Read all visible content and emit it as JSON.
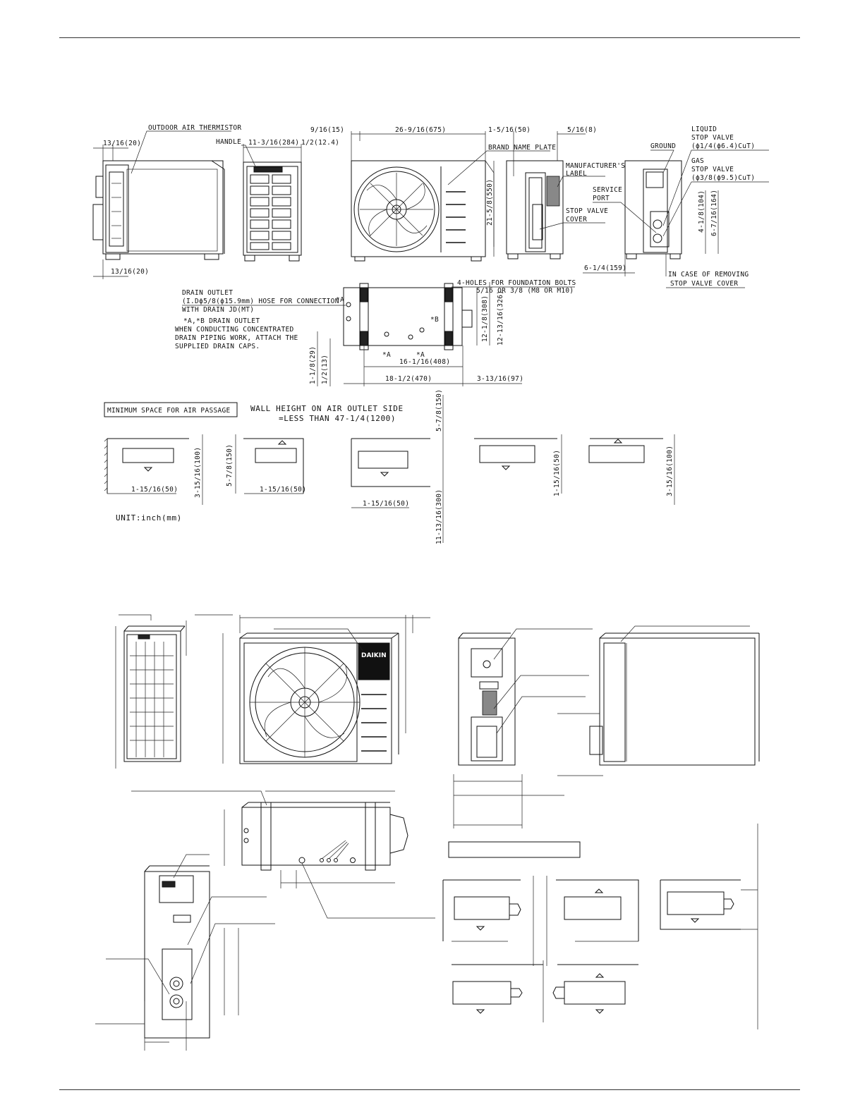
{
  "top_drawing": {
    "labels": {
      "outdoor_air_thermistor": "OUTDOOR AIR THERMISTOR",
      "handle": "HANDLE",
      "brand_name_plate": "BRAND NAME PLATE",
      "manufacturers_label_1": "MANUFACTURER'S",
      "manufacturers_label_2": "LABEL",
      "stop_valve_cover_1": "STOP VALVE",
      "stop_valve_cover_2": "COVER",
      "liquid_1": "LIQUID",
      "liquid_2": "STOP VALVE",
      "liquid_3": "(ϕ1/4(ϕ6.4)CuT)",
      "ground": "GROUND",
      "gas_1": "GAS",
      "gas_2": "STOP VALVE",
      "gas_3": "(ϕ3/8(ϕ9.5)CuT)",
      "service_port_1": "SERVICE",
      "service_port_2": "PORT",
      "foundation_1": "4-HOLES FOR FOUNDATION BOLTS",
      "foundation_2": "5/16 OR 3/8 (M8 OR M10)",
      "drain_1": "DRAIN OUTLET",
      "drain_2": "(I.Dϕ5/8(ϕ15.9mm) HOSE FOR CONNECTION",
      "drain_3": "WITH DRAIN JD(MT)",
      "drain_ab_1": "*A,*B DRAIN OUTLET",
      "drain_ab_2": "WHEN CONDUCTING CONCENTRATED",
      "drain_ab_3": "DRAIN PIPING WORK, ATTACH THE",
      "drain_ab_4": "SUPPLIED DRAIN CAPS.",
      "mark_a": "*A",
      "mark_b": "*B",
      "removing_1": "IN CASE OF REMOVING",
      "removing_2": "STOP VALVE COVER",
      "min_space": "MINIMUM SPACE FOR AIR PASSAGE",
      "wall_height_1": "WALL HEIGHT ON AIR OUTLET SIDE",
      "wall_height_2": "=LESS THAN 47-1/4(1200)",
      "unit": "UNIT:inch(mm)"
    },
    "dimensions": {
      "d_13_16_top": "13/16(20)",
      "d_13_16_bottom": "13/16(20)",
      "d_11_3_16": "11-3/16(284)",
      "d_1_2": "1/2(12.4)",
      "d_9_16": "9/16(15)",
      "d_26_9_16": "26-9/16(675)",
      "d_1_5_16": "1-5/16(50)",
      "d_5_16": "5/16(8)",
      "d_21_5_8": "21-5/8(550)",
      "d_4_1_8": "4-1/8(104)",
      "d_6_7_16": "6-7/16(164)",
      "d_6_1_4": "6-1/4(159)",
      "d_12_1_8": "12-1/8(308)",
      "d_12_13_16": "12-13/16(326)",
      "d_16_1_16": "16-1/16(408)",
      "d_18_1_2": "18-1/2(470)",
      "d_3_13_16": "3-13/16(97)",
      "d_1_1_8": "1-1/8(29)",
      "d_1_2_13": "1/2(13)",
      "d_5_7_8_a": "5-7/8(150)",
      "d_5_7_8_b": "5-7/8(150)",
      "d_3_15_16_a": "3-15/16(100)",
      "d_3_15_16_b": "3-15/16(100)",
      "d_1_15_16_a": "1-15/16(50)",
      "d_1_15_16_b": "1-15/16(50)",
      "d_1_15_16_c": "1-15/16(50)",
      "d_1_15_16_d": "1-15/16(50)",
      "d_11_13_16": "11-13/16(300)"
    }
  },
  "bottom_drawing": {
    "logo_text": "DAIKIN"
  }
}
